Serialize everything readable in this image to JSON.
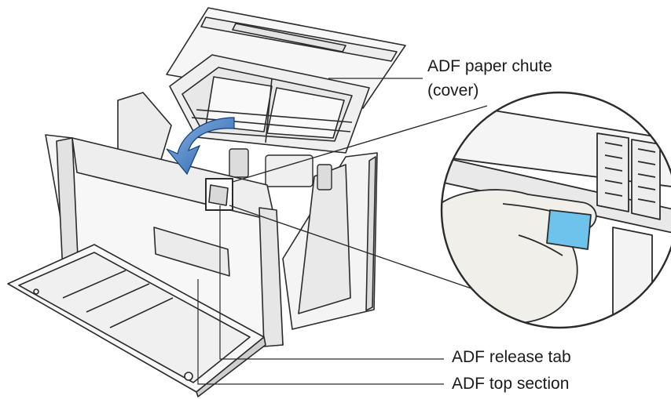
{
  "labels": {
    "chute_line1": "ADF paper chute",
    "chute_line2": "(cover)",
    "release_tab": "ADF release tab",
    "top_section": "ADF top section"
  },
  "colors": {
    "outline": "#2b2b2b",
    "arrow_blue": "#1e5fb0",
    "tab_blue": "#6ec3ec",
    "skin": "#f1efe9",
    "body_fill": "#f4f4f4"
  }
}
